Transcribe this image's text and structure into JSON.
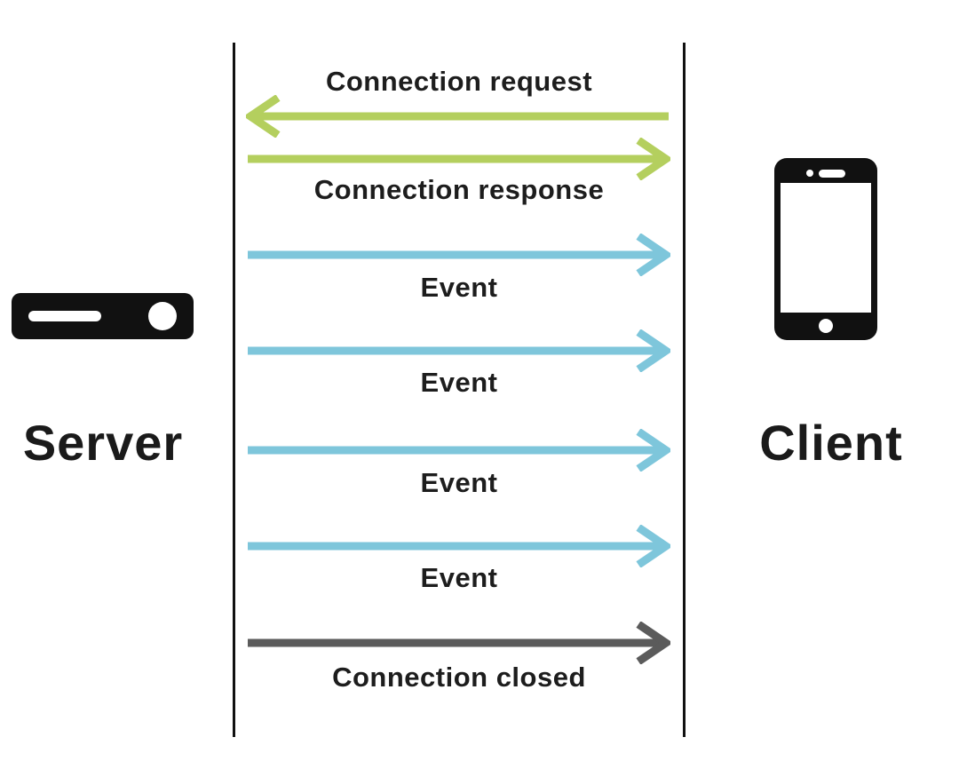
{
  "actors": {
    "server": {
      "label": "Server",
      "icon": "server-icon"
    },
    "client": {
      "label": "Client",
      "icon": "smartphone-icon"
    }
  },
  "messages": [
    {
      "label": "Connection request",
      "direction": "client-to-server",
      "color": "#b4cf5e"
    },
    {
      "label": "Connection response",
      "direction": "server-to-client",
      "color": "#b4cf5e"
    },
    {
      "label": "Event",
      "direction": "server-to-client",
      "color": "#7ec6db"
    },
    {
      "label": "Event",
      "direction": "server-to-client",
      "color": "#7ec6db"
    },
    {
      "label": "Event",
      "direction": "server-to-client",
      "color": "#7ec6db"
    },
    {
      "label": "Event",
      "direction": "server-to-client",
      "color": "#7ec6db"
    },
    {
      "label": "Connection closed",
      "direction": "server-to-client",
      "color": "#5b5b5b"
    }
  ],
  "colors": {
    "background": "#ffffff",
    "lifeline": "#111111",
    "text": "#1d1d1d",
    "icon": "#111111",
    "request_response_arrow": "#b4cf5e",
    "event_arrow": "#7ec6db",
    "closed_arrow": "#5b5b5b"
  }
}
